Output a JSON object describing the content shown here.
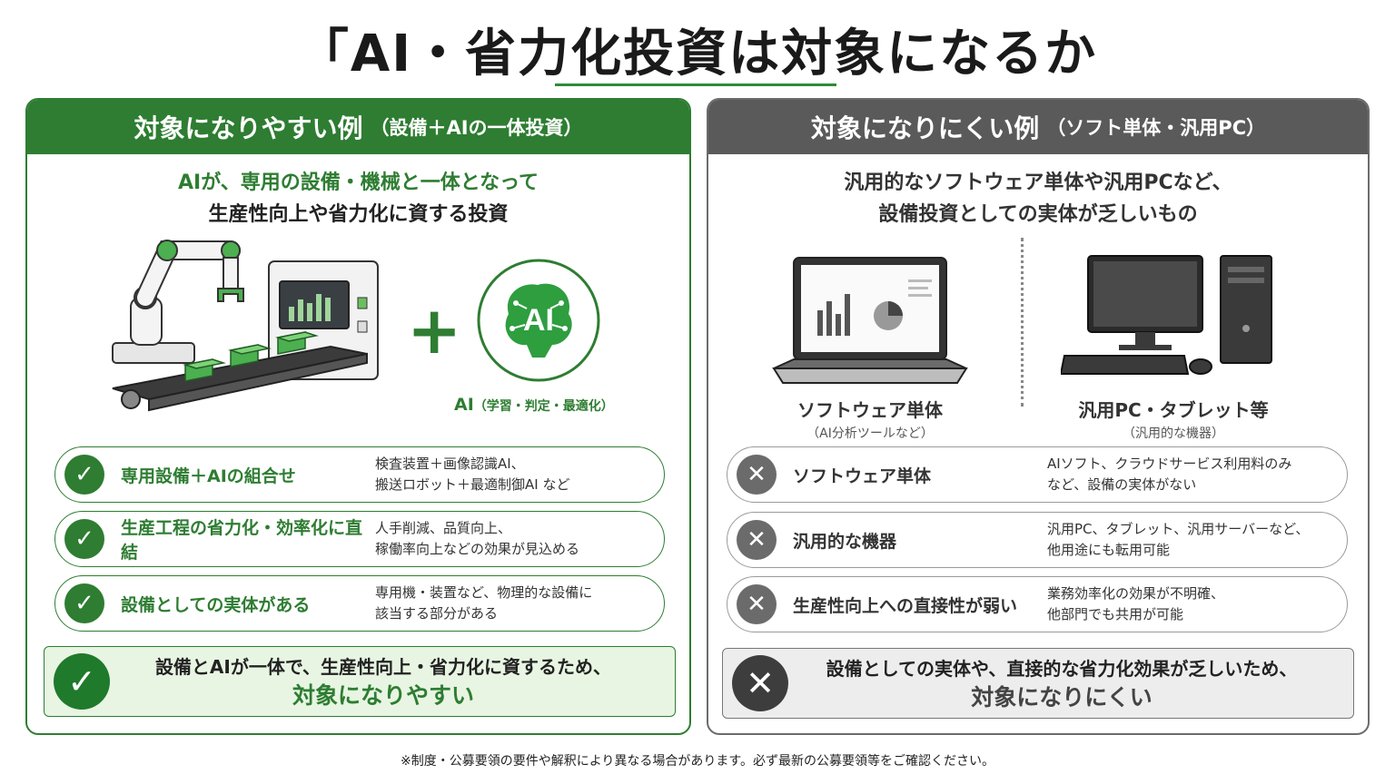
{
  "title": "「AI・省力化投資は対象になるか",
  "colors": {
    "accent_green": "#2e7d32",
    "accent_gray": "#5a5a5a"
  },
  "left": {
    "header_main": "対象になりやすい例",
    "header_sub": "（設備＋AIの一体投資）",
    "lead_line1": "AIが、専用の設備・機械と一体となって",
    "lead_line2": "生産性向上や省力化に資する投資",
    "ai_caption_main": "AI",
    "ai_caption_sub": "（学習・判定・最適化）",
    "ai_icon_text": "AI",
    "rows": [
      {
        "icon": "check-icon",
        "label": "専用設備＋AIの組合せ",
        "desc1": "検査装置＋画像認識AI、",
        "desc2": "搬送ロボット＋最適制御AI など"
      },
      {
        "icon": "check-icon",
        "label": "生産工程の省力化・効率化に直結",
        "desc1": "人手削減、品質向上、",
        "desc2": "稼働率向上などの効果が見込める"
      },
      {
        "icon": "check-icon",
        "label": "設備としての実体がある",
        "desc1": "専用機・装置など、物理的な設備に",
        "desc2": "該当する部分がある"
      }
    ],
    "summary_line1": "設備とAIが一体で、生産性向上・省力化に資するため、",
    "summary_line2": "対象になりやすい"
  },
  "right": {
    "header_main": "対象になりにくい例",
    "header_sub": "（ソフト単体・汎用PC）",
    "lead_line1": "汎用的なソフトウェア単体や汎用PCなど、",
    "lead_line2": "設備投資としての実体が乏しいもの",
    "device1_label": "ソフトウェア単体",
    "device1_sub": "（AI分析ツールなど）",
    "device2_label": "汎用PC・タブレット等",
    "device2_sub": "（汎用的な機器）",
    "rows": [
      {
        "icon": "cross-icon",
        "label": "ソフトウェア単体",
        "desc1": "AIソフト、クラウドサービス利用料のみ",
        "desc2": "など、設備の実体がない"
      },
      {
        "icon": "cross-icon",
        "label": "汎用的な機器",
        "desc1": "汎用PC、タブレット、汎用サーバーなど、",
        "desc2": "他用途にも転用可能"
      },
      {
        "icon": "cross-icon",
        "label": "生産性向上への直接性が弱い",
        "desc1": "業務効率化の効果が不明確、",
        "desc2": "他部門でも共用が可能"
      }
    ],
    "summary_line1": "設備としての実体や、直接的な省力化効果が乏しいため、",
    "summary_line2": "対象になりにくい"
  },
  "footnote": "※制度・公募要領の要件や解釈により異なる場合があります。必ず最新の公募要領等をご確認ください。"
}
